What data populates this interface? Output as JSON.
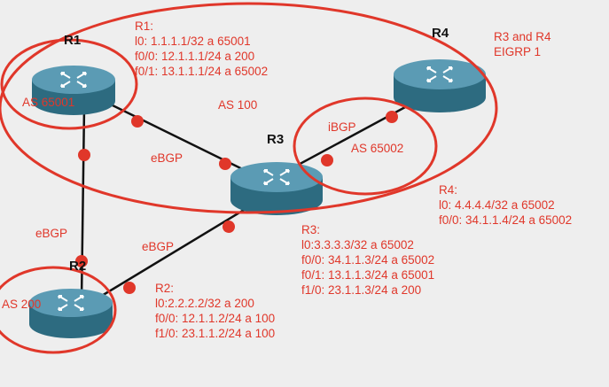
{
  "colors": {
    "annotation": "#e0372a",
    "router_top": "#5b9bb4",
    "router_side": "#2d6b80",
    "link": "#111111",
    "background": "#eeeeee"
  },
  "routers": {
    "r1": {
      "name": "R1",
      "as_label": "AS 65001"
    },
    "r2": {
      "name": "R2",
      "as_label": "AS 200"
    },
    "r3": {
      "name": "R3",
      "as_label": "AS 65002"
    },
    "r4": {
      "name": "R4"
    }
  },
  "labels": {
    "as100": "AS 100",
    "ibgp": "iBGP",
    "ebgp_r1_r3": "eBGP",
    "ebgp_r1_r2": "eBGP",
    "ebgp_r2_r3": "eBGP",
    "eigrp": [
      "R3 and R4",
      "EIGRP 1"
    ]
  },
  "info": {
    "r1": [
      "R1:",
      "l0: 1.1.1.1/32 a 65001",
      "f0/0: 12.1.1.1/24 a 200",
      "f0/1: 13.1.1.1/24 a 65002"
    ],
    "r2": [
      "R2:",
      "l0:2.2.2.2/32 a 200",
      "f0/0: 12.1.1.2/24 a 100",
      "f1/0: 23.1.1.2/24 a 100"
    ],
    "r3": [
      "R3:",
      "l0:3.3.3.3/32 a 65002",
      "f0/0: 34.1.1.3/24 a 65002",
      "f0/1: 13.1.1.3/24 a 65001",
      "f1/0: 23.1.1.3/24 a 200"
    ],
    "r4": [
      "R4:",
      "l0: 4.4.4.4/32 a 65002",
      "f0/0: 34.1.1.4/24 a 65002"
    ]
  }
}
